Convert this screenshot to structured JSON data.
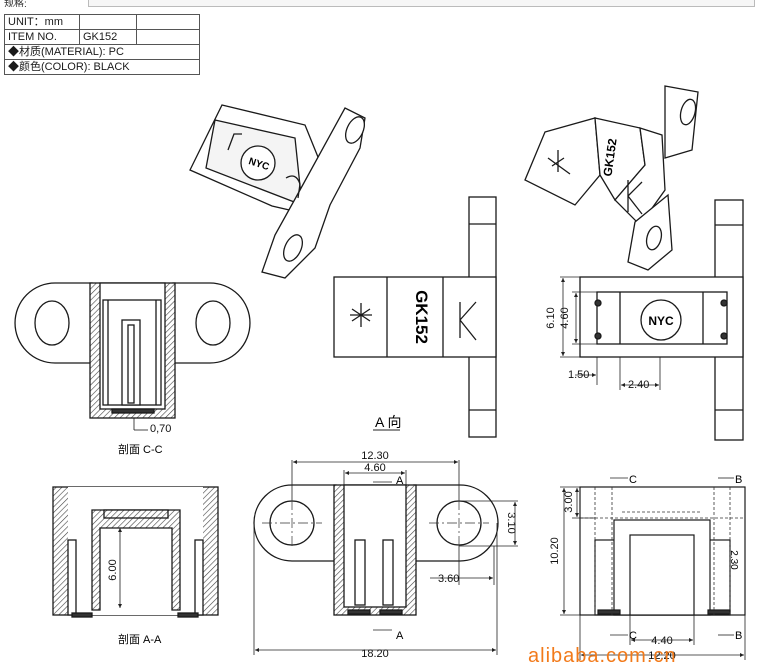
{
  "header": {
    "cut_label": "规格:"
  },
  "spec_table": {
    "unit": "UNIT：mm",
    "item_no_label": "ITEM NO.",
    "item_no_value": "GK152",
    "material": "◆材质(MATERIAL): PC",
    "color": "◆颜色(COLOR): BLACK"
  },
  "part_markings": {
    "brand": "NYC",
    "model": "GK152",
    "cathode_letter": "K"
  },
  "view_labels": {
    "section_cc": "剖面 C-C",
    "section_aa": "剖面 A-A",
    "view_a": "A 向"
  },
  "markers": {
    "a": "A",
    "b": "B",
    "c": "C"
  },
  "dimensions": {
    "d_070": "0,70",
    "d_610": "6.10",
    "d_460v": "4.60",
    "d_150": "1.50",
    "d_240": "2.40",
    "d_1230": "12.30",
    "d_460": "4.60",
    "d_310": "3.10",
    "d_360": "3.60",
    "d_1820": "18.20",
    "d_600": "6.00",
    "d_300": "3.00",
    "d_1020": "10.20",
    "d_440": "4.40",
    "d_1220": "12.20",
    "d_230": "2.30"
  },
  "watermark": "alibaba.com.cn"
}
